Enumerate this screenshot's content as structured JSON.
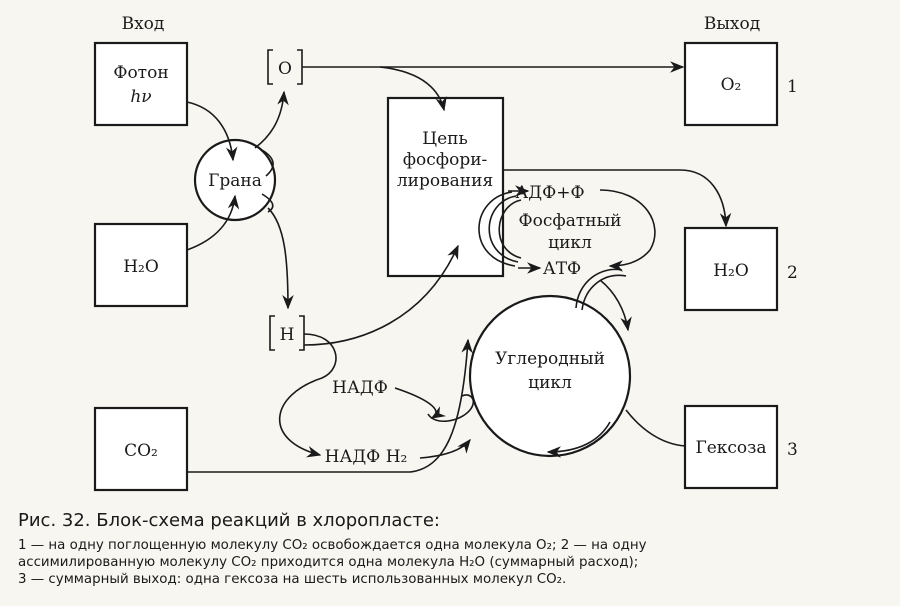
{
  "headers": {
    "input": "Вход",
    "output": "Выход"
  },
  "inputs": {
    "photon_line1": "Фотон",
    "photon_line2": "hν",
    "water": "H₂O",
    "co2": "CO₂"
  },
  "grana": "Грана",
  "oxygen_bracket": "O",
  "hydrogen_bracket": "H",
  "chain": {
    "line1": "Цепь",
    "line2": "фосфори-",
    "line3": "лирования"
  },
  "phosphate_cycle": {
    "line1": "Фосфатный",
    "line2": "цикл"
  },
  "adp": "АДФ+Ф",
  "atp": "АТФ",
  "nadp": "НАДФ",
  "nadph": "НАДФ H₂",
  "carbon_cycle": {
    "line1": "Углеродный",
    "line2": "цикл"
  },
  "outputs": {
    "o2": "O₂",
    "water": "H₂O",
    "hexose": "Гексоза"
  },
  "output_numbers": [
    "1",
    "2",
    "3"
  ],
  "caption": {
    "title": "Рис. 32. Блок-схема реакций в хлоропласте:",
    "line1": "1 — на одну поглощенную молекулу CO₂ освобождается одна молекула O₂; 2 — на одну",
    "line2": "ассимилированную молекулу CO₂ приходится одна молекула H₂O (суммарный расход);",
    "line3": "3 — суммарный выход: одна гексоза на шесть использованных молекул CO₂."
  }
}
